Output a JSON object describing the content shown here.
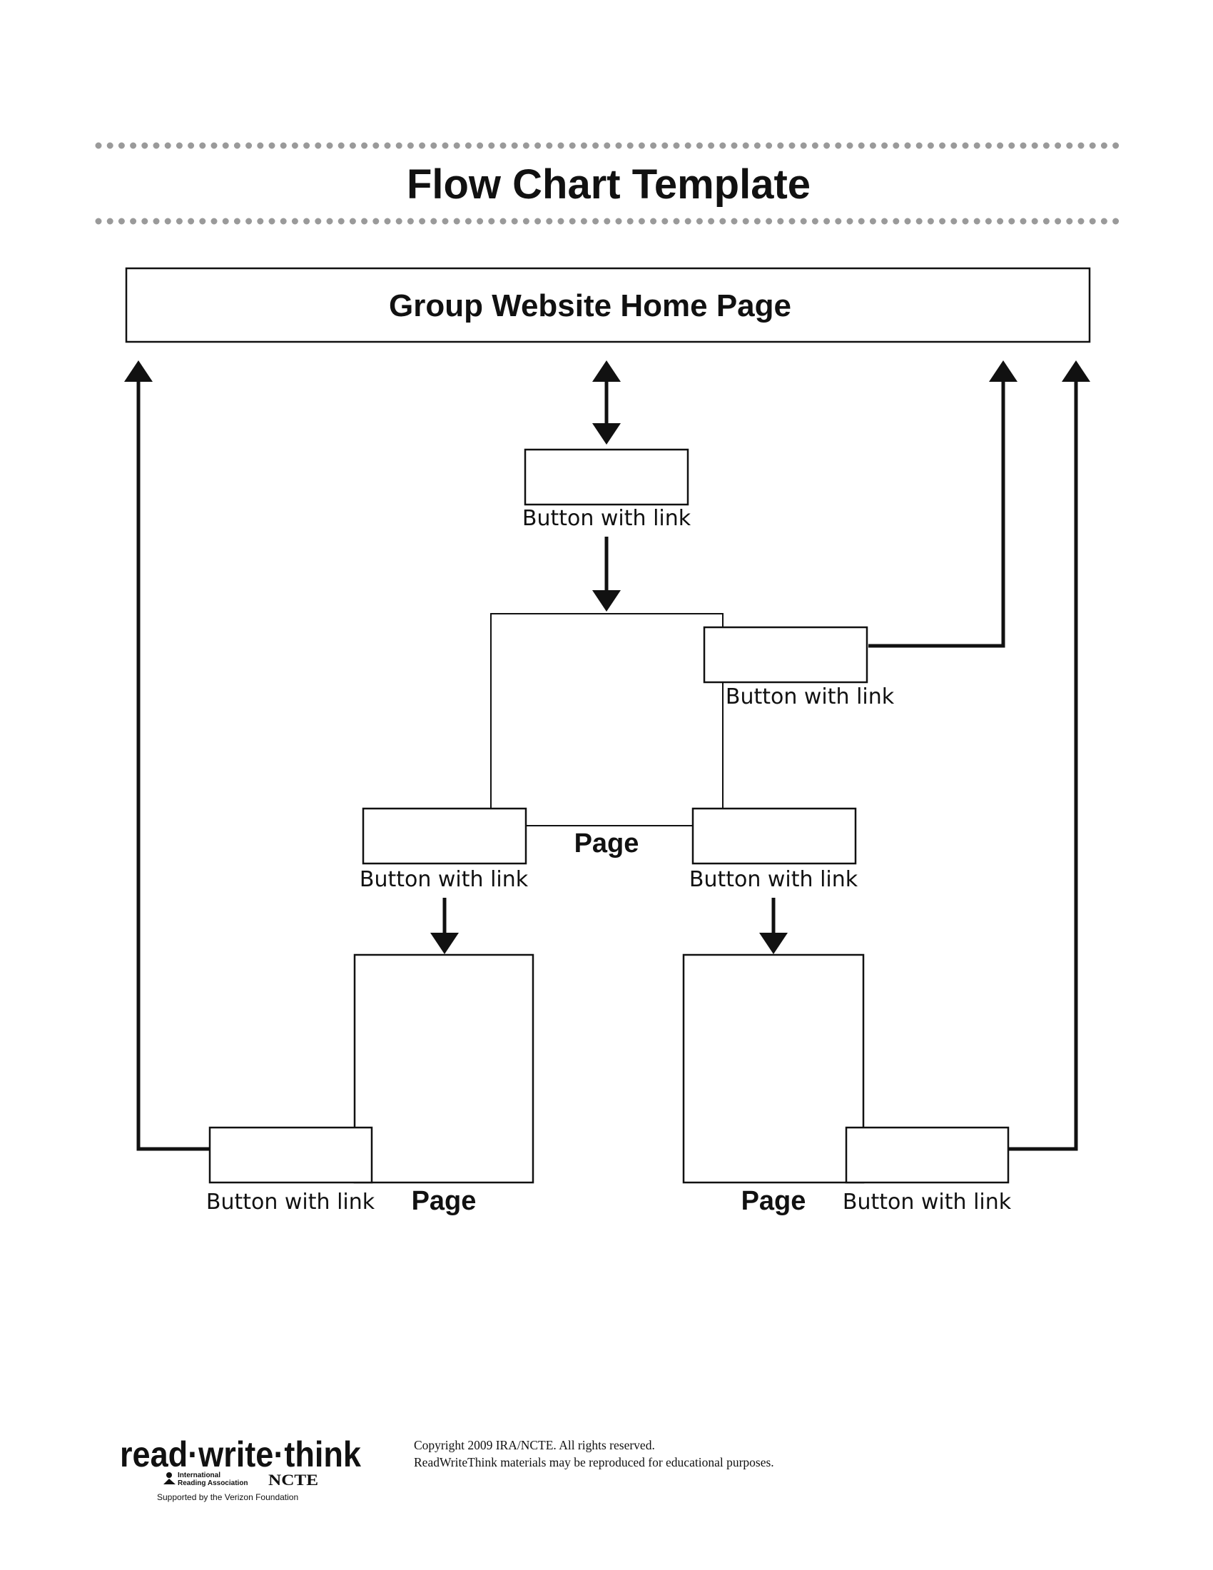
{
  "title": "Flow Chart Template",
  "home_page": "Group Website Home Page",
  "page_label": "Page",
  "button_label": "Button with link",
  "footer": {
    "copyright": "Copyright 2009 IRA/NCTE. All rights reserved.",
    "reproduce": "ReadWriteThink materials may be reproduced for educational purposes.",
    "logo": {
      "name": "read·write·think",
      "ira_line1": "International",
      "ira_line2": "Reading Association",
      "ncte": "NCTE",
      "support": "Supported by the Verizon Foundation"
    }
  }
}
